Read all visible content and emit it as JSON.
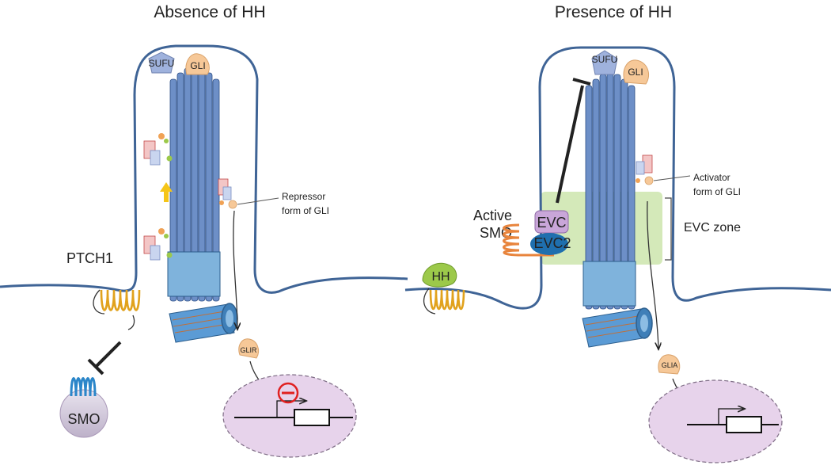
{
  "panels": {
    "left": {
      "title": "Absence of HH",
      "proteins": {
        "sufu": "SUFU",
        "gli": "GLI",
        "ptch1": "PTCH1",
        "smo": "SMO",
        "glir": "GLIR"
      },
      "annotation": {
        "line1": "Repressor",
        "line2": "form of GLI"
      }
    },
    "right": {
      "title": "Presence of HH",
      "proteins": {
        "sufu": "SUFU",
        "gli": "GLI",
        "hh": "HH",
        "evc": "EVC",
        "evc2": "EVC2",
        "glia": "GLIA"
      },
      "active_smo": {
        "line1": "Active",
        "line2": "SMO"
      },
      "annotation": {
        "line1": "Activator",
        "line2": "form of GLI"
      },
      "zone_label": "EVC zone"
    }
  },
  "colors": {
    "membrane": "#3f6496",
    "axoneme": "#6d8fc7",
    "basal_body": "#5b9bd5",
    "gli": "#f6c898",
    "sufu": "#9fb2dd",
    "nucleus": "#e7d3eb",
    "evc_zone": "#c9e3a8",
    "hh": "#9cc94a",
    "evc": "#c9a6d9",
    "evc2": "#1f6fae",
    "transport_arrow": "#f5c518",
    "inhibition_mark": "#e02020"
  },
  "icons": [
    "inhibition-bar",
    "transport-arrow",
    "transcription-arrow",
    "gene-box"
  ]
}
